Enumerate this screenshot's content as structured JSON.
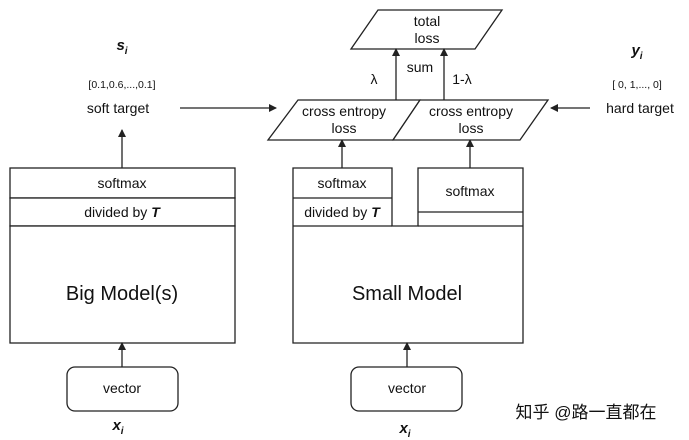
{
  "big_side": {
    "s_symbol": "s",
    "s_subscript": "i",
    "soft_vector": "[0.1,0.6,...,0.1]",
    "soft_target": "soft target",
    "softmax": "softmax",
    "divided_by": "divided by",
    "T": "T",
    "model": "Big Model(s)",
    "vector": "vector",
    "x_symbol": "x",
    "x_subscript": "i"
  },
  "small_side": {
    "softmax_left": "softmax",
    "divided_by": "divided by",
    "T": "T",
    "softmax_right": "softmax",
    "model": "Small Model",
    "vector": "vector",
    "x_symbol": "x",
    "x_subscript": "i"
  },
  "loss": {
    "ce_left_1": "cross entropy",
    "ce_left_2": "loss",
    "ce_right_1": "cross entropy",
    "ce_right_2": "loss",
    "total_1": "total",
    "total_2": "loss",
    "sum": "sum",
    "lambda": "λ",
    "one_minus_lambda": "1-λ"
  },
  "hard_side": {
    "y_symbol": "y",
    "y_subscript": "i",
    "hard_vector": "[ 0,  1,...,  0]",
    "hard_target": "hard target"
  },
  "watermark": "知乎 @路一直都在"
}
